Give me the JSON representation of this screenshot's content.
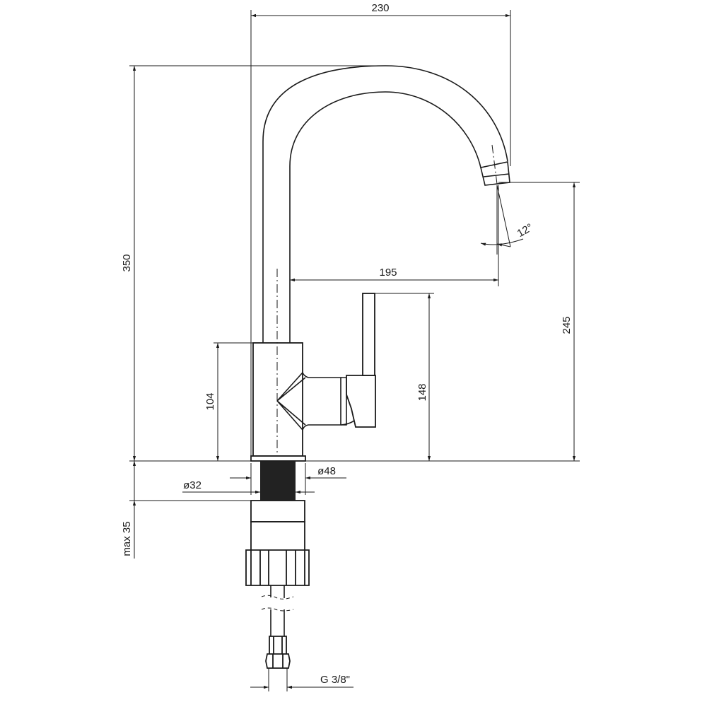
{
  "dimensions": {
    "width_total": "230",
    "height_total": "350",
    "spout_height": "245",
    "spout_reach": "195",
    "lever_height": "148",
    "body_height": "104",
    "base_diameter": "ø48",
    "thread_diameter": "ø32",
    "max_thickness": "max 35",
    "connection": "G 3/8\"",
    "spout_angle": "12°"
  },
  "colors": {
    "line": "#1a1a1a",
    "thread": "#222222"
  }
}
